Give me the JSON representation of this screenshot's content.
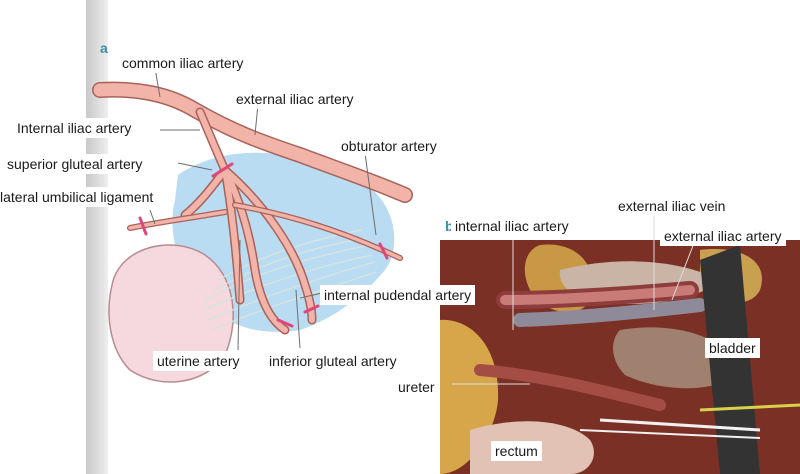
{
  "panels": {
    "a": {
      "letter": "a"
    },
    "b": {
      "letter": "b"
    }
  },
  "labels_a": {
    "common_iliac": "common iliac artery",
    "external_iliac": "external iliac artery",
    "internal_iliac": "Internal iliac artery",
    "superior_gluteal": "superior gluteal artery",
    "obturator": "obturator artery",
    "lateral_umbilical": "lateral umbilical ligament",
    "internal_pudendal": "internal pudendal artery",
    "uterine": "uterine artery",
    "inferior_gluteal": "inferior gluteal artery"
  },
  "labels_b": {
    "internal_iliac": "internal iliac artery",
    "external_iliac_vein": "external iliac vein",
    "external_iliac_artery": "external iliac artery",
    "bladder": "bladder",
    "ureter": "ureter",
    "rectum": "rectum"
  },
  "colors": {
    "artery": "#f2b3a8",
    "artery_outline": "#a8625a",
    "fossa": "#b9dcf2",
    "uterus": "#f5d9de",
    "ligation_mark": "#e0457b",
    "photo_bg": "#7a3024"
  }
}
